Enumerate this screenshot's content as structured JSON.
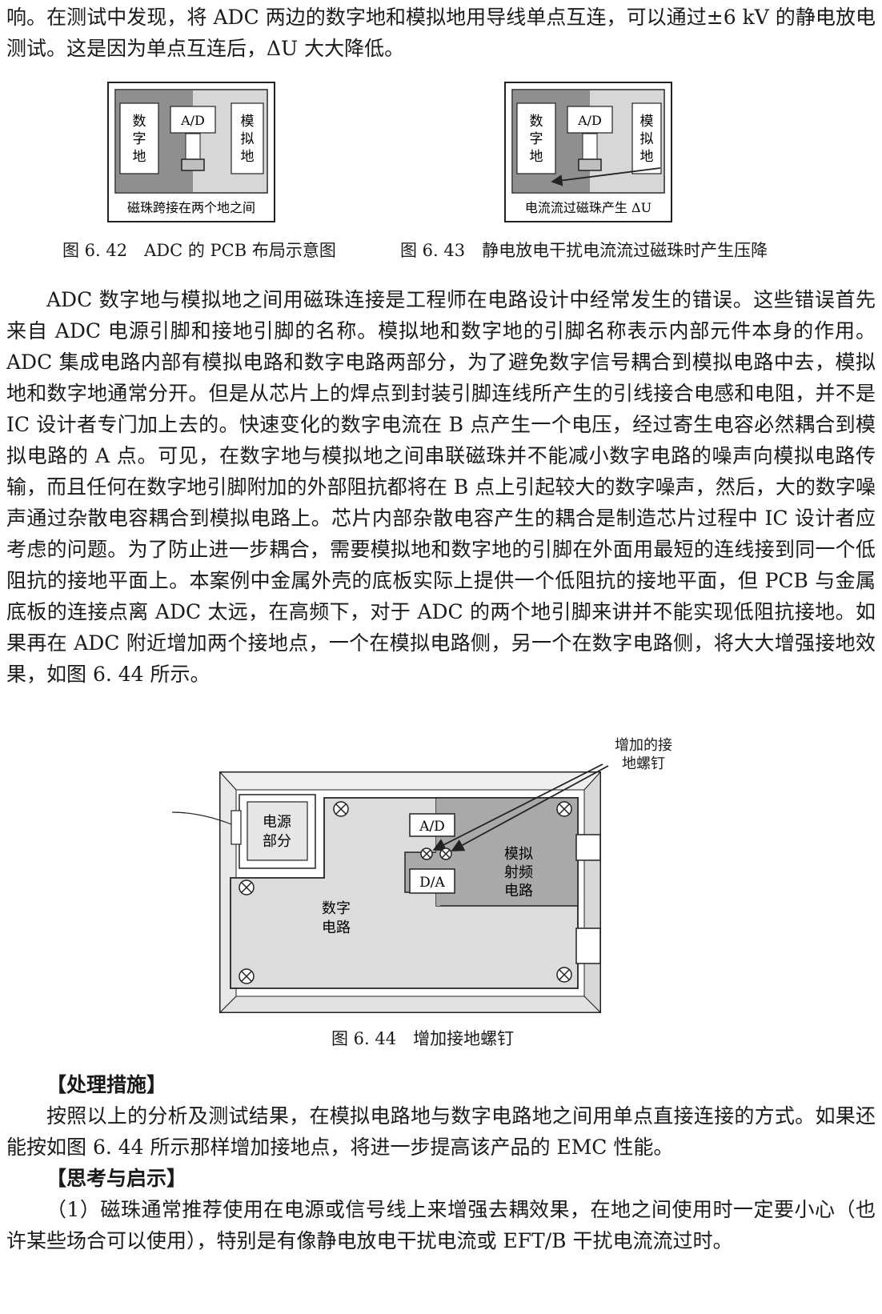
{
  "intro": {
    "text": "响。在测试中发现，将 ADC 两边的数字地和模拟地用导线单点互连，可以通过±6 kV 的静电放电测试。这是因为单点互连后，ΔU 大大降低。"
  },
  "fig642": {
    "caption": "图 6. 42　ADC 的 PCB 布局示意图",
    "digital_label": [
      "数",
      "字",
      "地"
    ],
    "analog_label": [
      "模",
      "拟",
      "地"
    ],
    "ad_label": "A/D",
    "bottom_label": "磁珠跨接在两个地之间"
  },
  "fig643": {
    "caption": "图 6. 43　静电放电干扰电流流过磁珠时产生压降",
    "digital_label": [
      "数",
      "字",
      "地"
    ],
    "analog_label": [
      "模",
      "拟",
      "地"
    ],
    "ad_label": "A/D",
    "bottom_label": "电流流过磁珠产生 ΔU"
  },
  "body_paragraph": "ADC 数字地与模拟地之间用磁珠连接是工程师在电路设计中经常发生的错误。这些错误首先来自 ADC 电源引脚和接地引脚的名称。模拟地和数字地的引脚名称表示内部元件本身的作用。ADC 集成电路内部有模拟电路和数字电路两部分，为了避免数字信号耦合到模拟电路中去，模拟地和数字地通常分开。但是从芯片上的焊点到封装引脚连线所产生的引线接合电感和电阻，并不是 IC 设计者专门加上去的。快速变化的数字电流在 B 点产生一个电压，经过寄生电容必然耦合到模拟电路的 A 点。可见，在数字地与模拟地之间串联磁珠并不能减小数字电路的噪声向模拟电路传输，而且任何在数字地引脚附加的外部阻抗都将在 B 点上引起较大的数字噪声，然后，大的数字噪声通过杂散电容耦合到模拟电路上。芯片内部杂散电容产生的耦合是制造芯片过程中 IC 设计者应考虑的问题。为了防止进一步耦合，需要模拟地和数字地的引脚在外面用最短的连线接到同一个低阻抗的接地平面上。本案例中金属外壳的底板实际上提供一个低阻抗的接地平面，但 PCB 与金属底板的连接点离 ADC 太远，在高频下，对于 ADC 的两个地引脚来讲并不能实现低阻抗接地。如果再在 ADC 附近增加两个接地点，一个在模拟电路侧，另一个在数字电路侧，将大大增强接地效果，如图 6. 44 所示。",
  "fig644": {
    "caption": "图 6. 44　增加接地螺钉",
    "callout": [
      "增加的接",
      "地螺钉"
    ],
    "power_label": [
      "电源",
      "部分"
    ],
    "ad_label": "A/D",
    "da_label": "D/A",
    "rf_label": [
      "模拟",
      "射频",
      "电路"
    ],
    "digital_label": [
      "数字",
      "电路"
    ]
  },
  "section1": {
    "heading": "【处理措施】",
    "text": "按照以上的分析及测试结果，在模拟电路地与数字电路地之间用单点直接连接的方式。如果还能按如图 6. 44 所示那样增加接地点，将进一步提高该产品的 EMC 性能。"
  },
  "section2": {
    "heading": "【思考与启示】",
    "text": "（1）磁珠通常推荐使用在电源或信号线上来增强去耦效果，在地之间使用时一定要小心（也许某些场合可以使用），特别是有像静电放电干扰电流或 EFT/B 干扰电流流过时。"
  }
}
